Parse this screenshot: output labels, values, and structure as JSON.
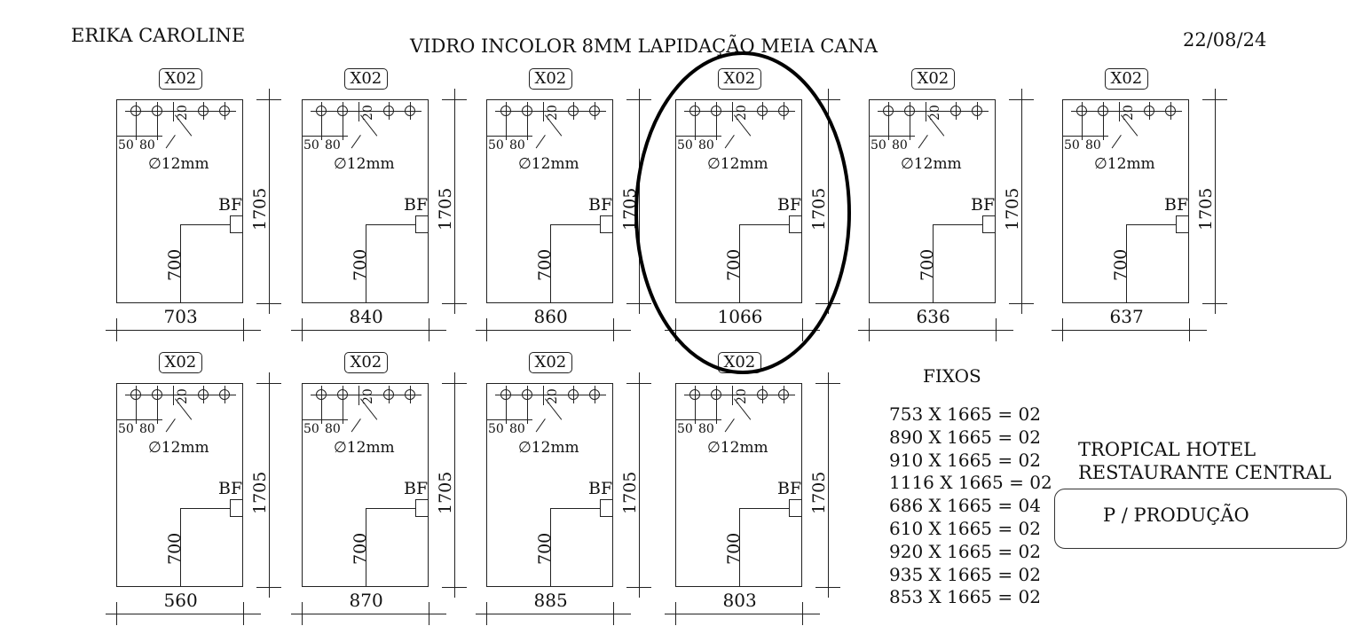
{
  "header": {
    "client": "ERIKA CAROLINE",
    "title": "VIDRO INCOLOR 8MM  LAPIDAÇÃO MEIA CANA",
    "date": "22/08/24"
  },
  "panel_labels": {
    "code": "X02",
    "hole_spacing_1": "50",
    "hole_spacing_2": "80",
    "hole_offset": "20",
    "hole_diameter": "∅12mm",
    "lock_label": "BF",
    "lock_height": "700",
    "height": "1705"
  },
  "panels": [
    {
      "width": "703"
    },
    {
      "width": "840"
    },
    {
      "width": "860"
    },
    {
      "width": "1066",
      "highlighted": true
    },
    {
      "width": "636"
    },
    {
      "width": "637"
    },
    {
      "width": "560"
    },
    {
      "width": "870"
    },
    {
      "width": "885"
    },
    {
      "width": "803"
    }
  ],
  "fixos": {
    "title": "FIXOS",
    "items": [
      "753 X 1665 = 02",
      "890 X 1665 = 02",
      "910 X 1665 = 02",
      "1116 X 1665 = 02",
      "686 X 1665 = 04",
      "610 X 1665 = 02",
      "920 X 1665 = 02",
      "935 X 1665 = 02",
      "853 X 1665 = 02"
    ]
  },
  "project": {
    "line1": "TROPICAL HOTEL",
    "line2": "RESTAURANTE CENTRAL",
    "note": "P / PRODUÇÃO"
  }
}
